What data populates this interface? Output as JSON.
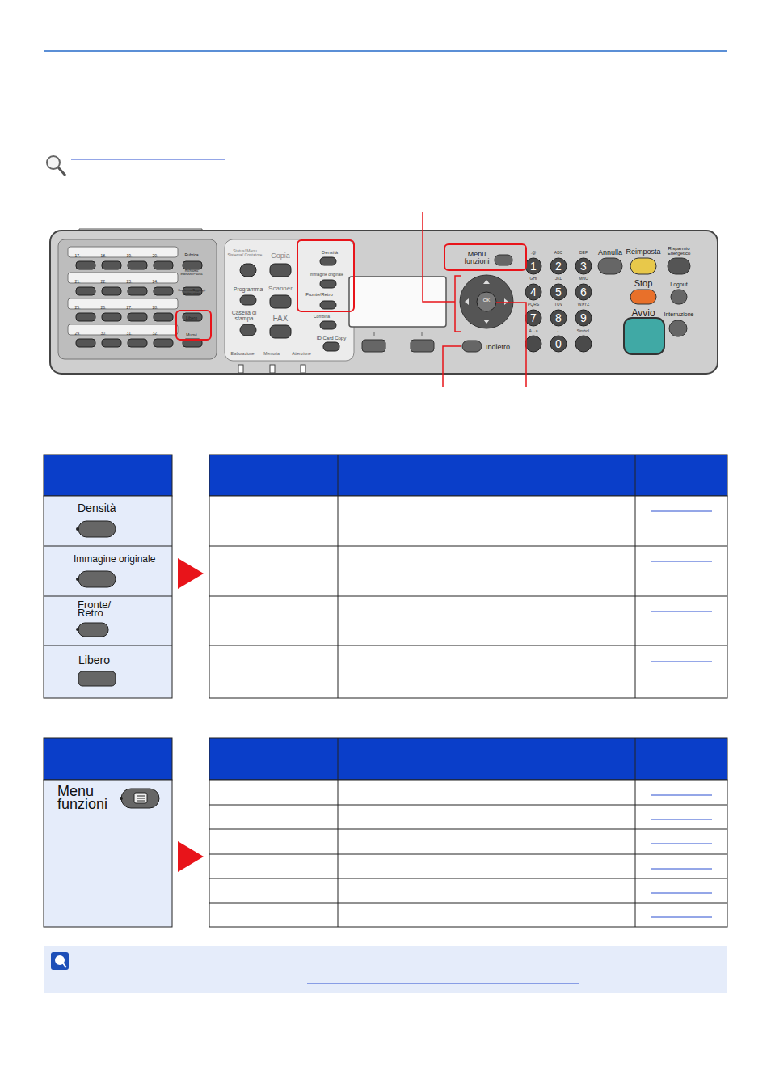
{
  "diagram": {
    "nodes": [
      {
        "text": [
          "Densità"
        ]
      },
      {
        "text": [
          "Immagine originale"
        ]
      },
      {
        "text": [
          "Fronte/ Retro"
        ]
      },
      {
        "text": [
          "Libero"
        ]
      },
      {
        "text": [
          "Menu funzioni"
        ]
      }
    ],
    "labels": [
      "17.",
      "18.",
      "19.",
      "20.",
      "21.",
      "22.",
      "23.",
      "24.",
      "25.",
      "26.",
      "27.",
      "28.",
      "29.",
      "30.",
      "31.",
      "32.",
      "Rubrica",
      "Richiama indirizzo/Pausa",
      "Conferma/Aggiungi destinazione",
      "Libero",
      "Muovi",
      "Status/ Menu Sistema/ Contatore",
      "Copia",
      "Programma",
      "Scanner",
      "Casella di stampa",
      "FAX",
      "Elaborazione",
      "Memoria",
      "Attenzione",
      "Densità",
      "Immagine originale",
      "Fronte/Retro",
      "Combina",
      "ID Card Copy",
      "Menu funzioni",
      "OK",
      "Indietro",
      "1",
      "2",
      "3",
      "4",
      "5",
      "6",
      "7",
      "8",
      "9",
      "0",
      ".@",
      "ABC",
      "DEF",
      "GHI",
      "JKL",
      "MNO",
      "PQRS",
      "TUV",
      "WXYZ",
      "A↔a",
      "-.",
      "Simbol.",
      "Annulla",
      "Reimposta",
      "Risparmio Energetico",
      "Stop",
      "Logout",
      "Avvio",
      "Interruzione"
    ]
  }
}
